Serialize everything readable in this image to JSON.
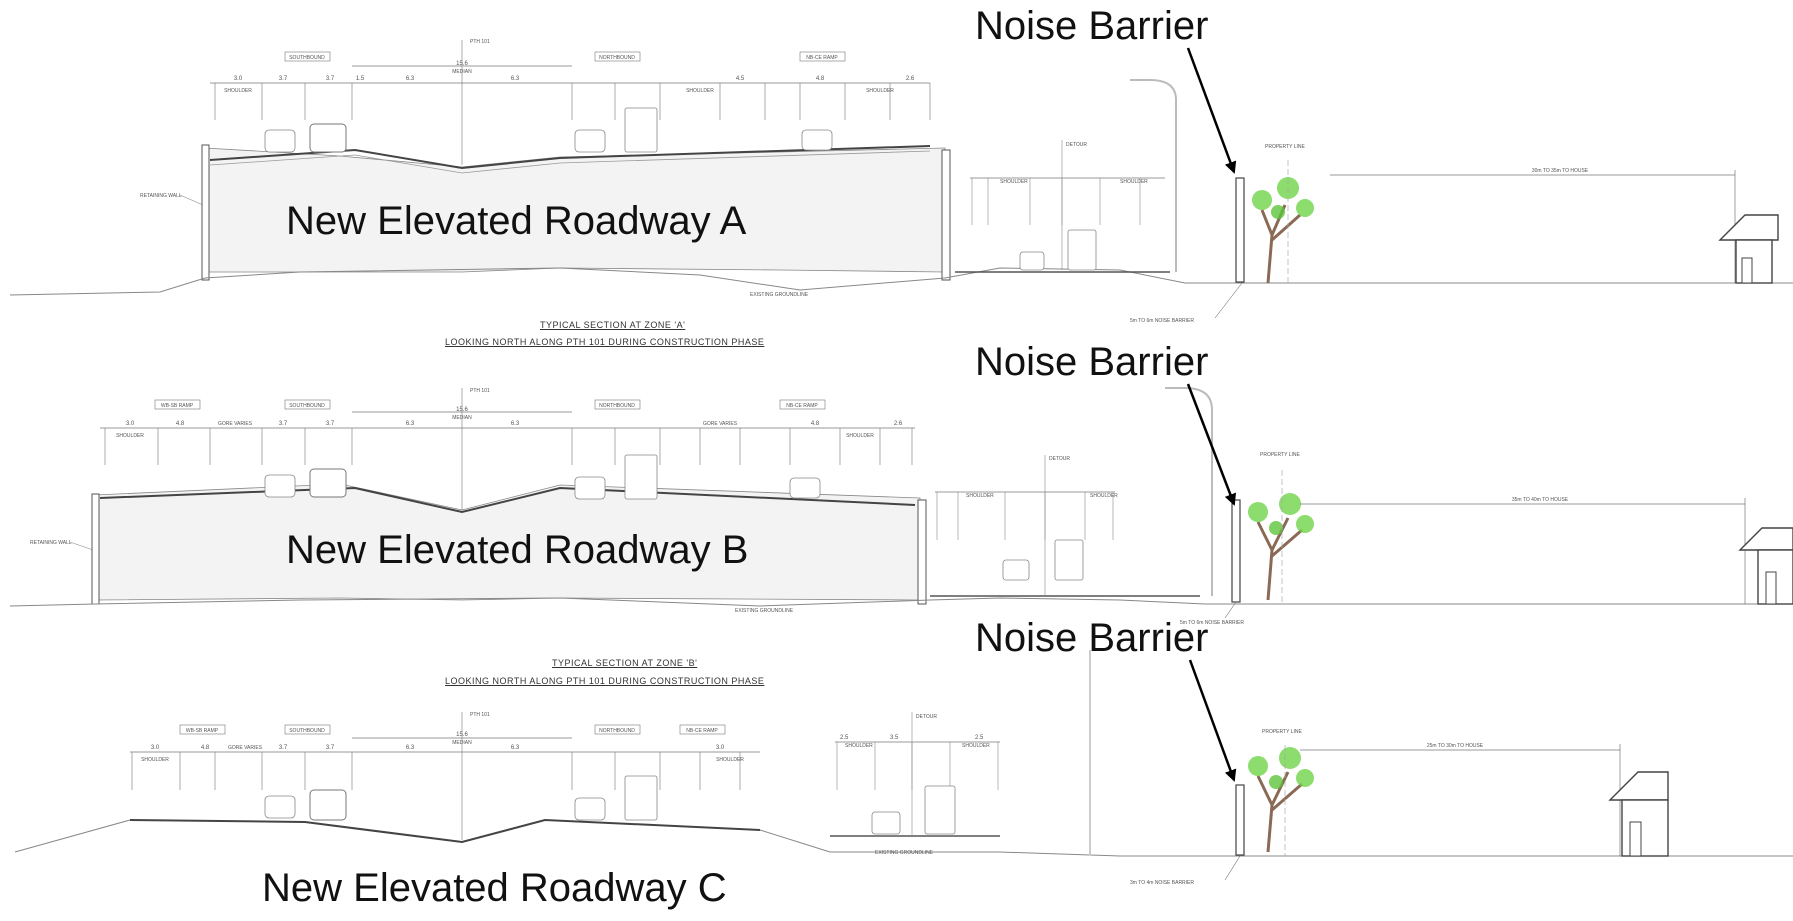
{
  "callouts": {
    "noise_barrier_a": "Noise Barrier",
    "noise_barrier_b": "Noise Barrier",
    "noise_barrier_c": "Noise Barrier"
  },
  "roadways": {
    "a": "New Elevated Roadway A",
    "b": "New Elevated Roadway B",
    "c": "New Elevated Roadway C"
  },
  "sections": {
    "a_title": "TYPICAL SECTION AT ZONE 'A'",
    "a_subtitle": "LOOKING NORTH ALONG PTH 101 DURING CONSTRUCTION PHASE",
    "b_title": "TYPICAL SECTION AT ZONE 'B'",
    "b_subtitle": "LOOKING NORTH ALONG PTH 101 DURING CONSTRUCTION PHASE"
  },
  "small_labels": {
    "southbound": "SOUTHBOUND",
    "northbound": "NORTHBOUND",
    "nb_ce_ramp": "NB-CE RAMP",
    "wb_sb_ramp": "WB-SB RAMP",
    "median": "MEDIAN",
    "shoulder": "SHOULDER",
    "gore_varies": "GORE VARIES",
    "pth": "PTH 101",
    "detour": "DETOUR",
    "property_line": "PROPERTY LINE",
    "retaining_wall": "RETAINING WALL",
    "existing_groundline": "EXISTING GROUNDLINE",
    "barrier_a_note": "5m TO 6m NOISE BARRIER",
    "barrier_b_note": "5m TO 6m NOISE BARRIER",
    "barrier_c_note": "3m TO 4m NOISE BARRIER",
    "house_a": "30m TO 35m TO HOUSE",
    "house_b": "35m TO 40m TO HOUSE",
    "house_c": "25m TO 30m TO HOUSE",
    "w_total": "15.6",
    "w_63": "6.3",
    "w_37": "3.7",
    "w_30": "3.0",
    "w_15": "1.5",
    "w_48": "4.8",
    "w_45": "4.5",
    "w_26": "2.6",
    "w_25": "2.5",
    "w_35": "3.5"
  }
}
